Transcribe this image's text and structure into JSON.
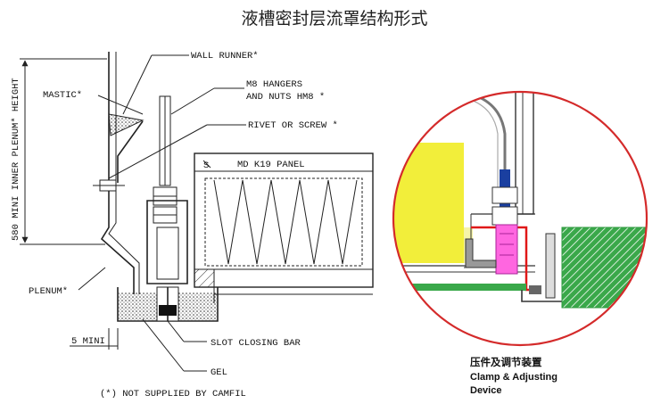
{
  "title": "液槽密封层流罩结构形式",
  "labels": {
    "wall_runner": "WALL RUNNER*",
    "mastic": "MASTIC*",
    "m8_hangers": "M8 HANGERS",
    "nuts_hm8": "AND NUTS HM8 *",
    "rivet_or_screw": "RIVET OR SCREW *",
    "md_k19_panel": "MD K19 PANEL",
    "inner_plenum_height": "580 MINI INNER PLENUM* HEIGHT",
    "plenum": "PLENUM*",
    "five_mini": "5 MINI",
    "slot_closing_bar": "SLOT CLOSING BAR",
    "gel": "GEL",
    "footnote": "(*) NOT SUPPLIED BY CAMFIL"
  },
  "detail_caption": {
    "zh": "压件及调节装置",
    "en_line1": "Clamp & Adjusting",
    "en_line2": "Device"
  },
  "colors": {
    "circle": "#d42a2a",
    "yellow": "#f2ee3a",
    "green": "#3aa84a",
    "hatch_green": "#2e9a3e",
    "pink": "#ff44dd",
    "red_wall": "#e01818",
    "bolt_blue": "#1a3fa0"
  }
}
